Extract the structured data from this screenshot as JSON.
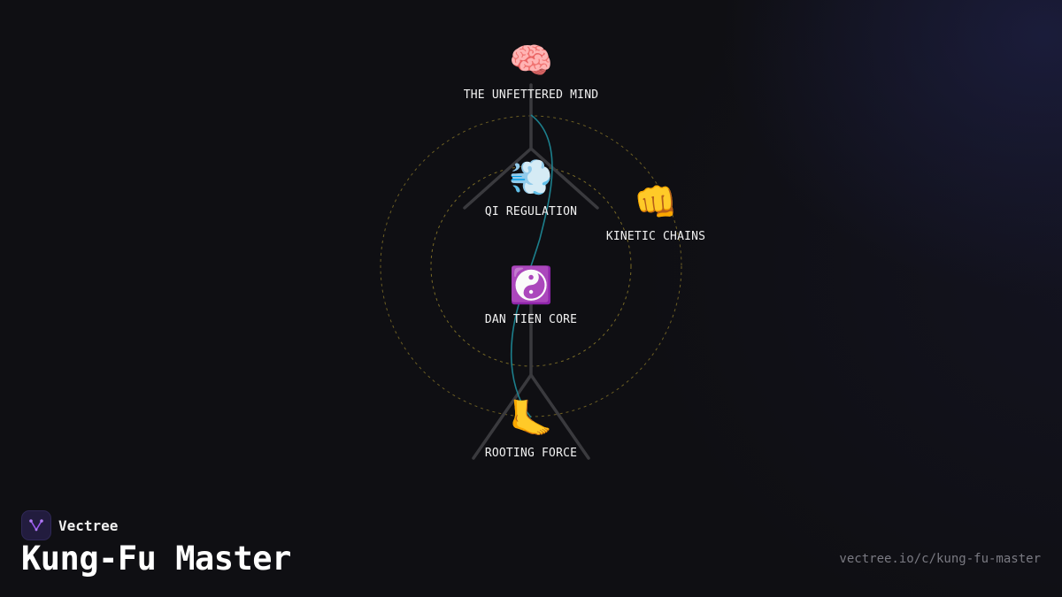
{
  "brand": {
    "name": "Vectree",
    "logo_icon": "branch-fork-icon",
    "accent": "#9b59f0"
  },
  "page": {
    "title": "Kung-Fu Master",
    "url": "vectree.io/c/kung-fu-master"
  },
  "colors": {
    "background": "#0f0f13",
    "skeleton": "#3a3a3e",
    "flow_line": "#1e8c9a",
    "orbit": "#8c7a2a"
  },
  "nodes": [
    {
      "id": "mind",
      "icon": "brain-icon",
      "glyph": "🧠",
      "label": "THE UNFETTERED MIND"
    },
    {
      "id": "qi",
      "icon": "dash-wind-icon",
      "glyph": "💨",
      "label": "QI REGULATION"
    },
    {
      "id": "kinetic",
      "icon": "fist-icon",
      "glyph": "👊",
      "label": "KINETIC CHAINS"
    },
    {
      "id": "dantien",
      "icon": "yin-yang-icon",
      "glyph": "☯️",
      "label": "DAN TIEN CORE"
    },
    {
      "id": "rooting",
      "icon": "foot-icon",
      "glyph": "🦶",
      "label": "ROOTING FORCE"
    }
  ]
}
